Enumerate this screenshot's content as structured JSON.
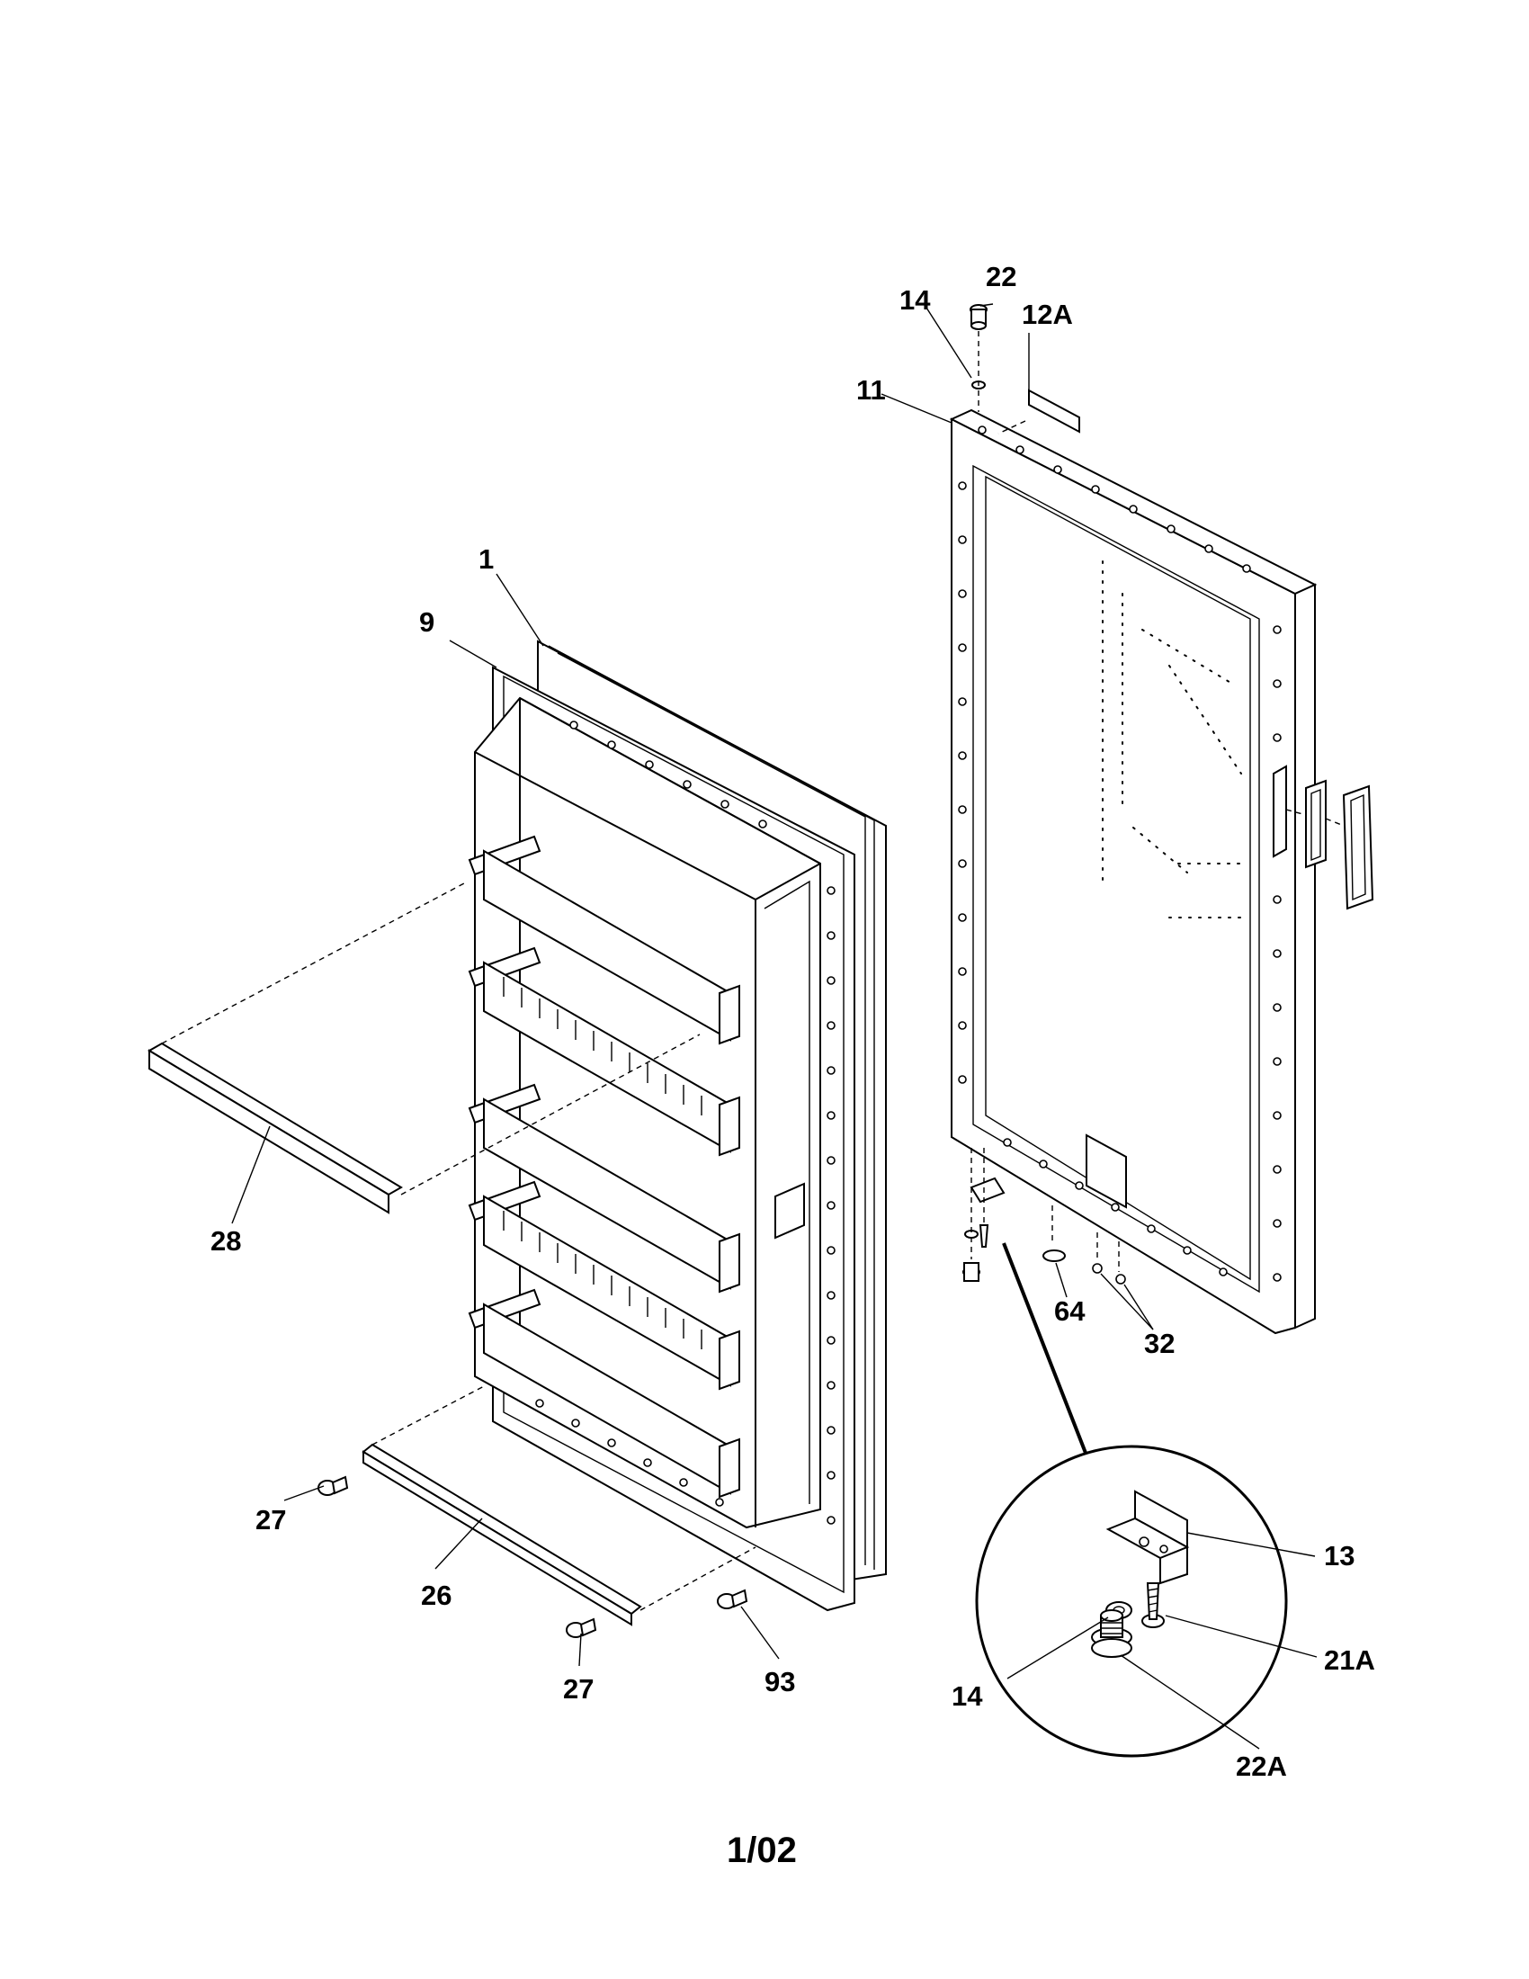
{
  "diagram": {
    "callouts": {
      "part_1": "1",
      "part_9": "9",
      "part_28": "28",
      "part_27_top": "27",
      "part_27_bottom": "27",
      "part_26": "26",
      "part_93": "93",
      "part_14_top": "14",
      "part_22_top": "22",
      "part_12a": "12A",
      "part_11": "11",
      "part_64": "64",
      "part_32": "32",
      "part_13": "13",
      "part_21a": "21A",
      "part_14_detail": "14",
      "part_22a": "22A"
    },
    "footer": "1/02"
  }
}
